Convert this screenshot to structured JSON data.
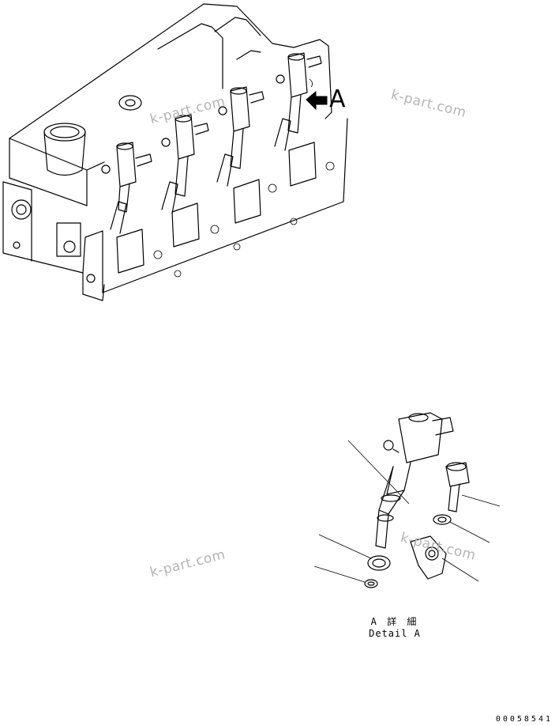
{
  "watermarks": [
    "k-part.com",
    "k-part.com",
    "k-part.com",
    "k-part.com"
  ],
  "view_label": "A",
  "detail_caption": {
    "japanese": "A 詳 細",
    "english": "Detail A"
  },
  "drawing_code": "00058541"
}
